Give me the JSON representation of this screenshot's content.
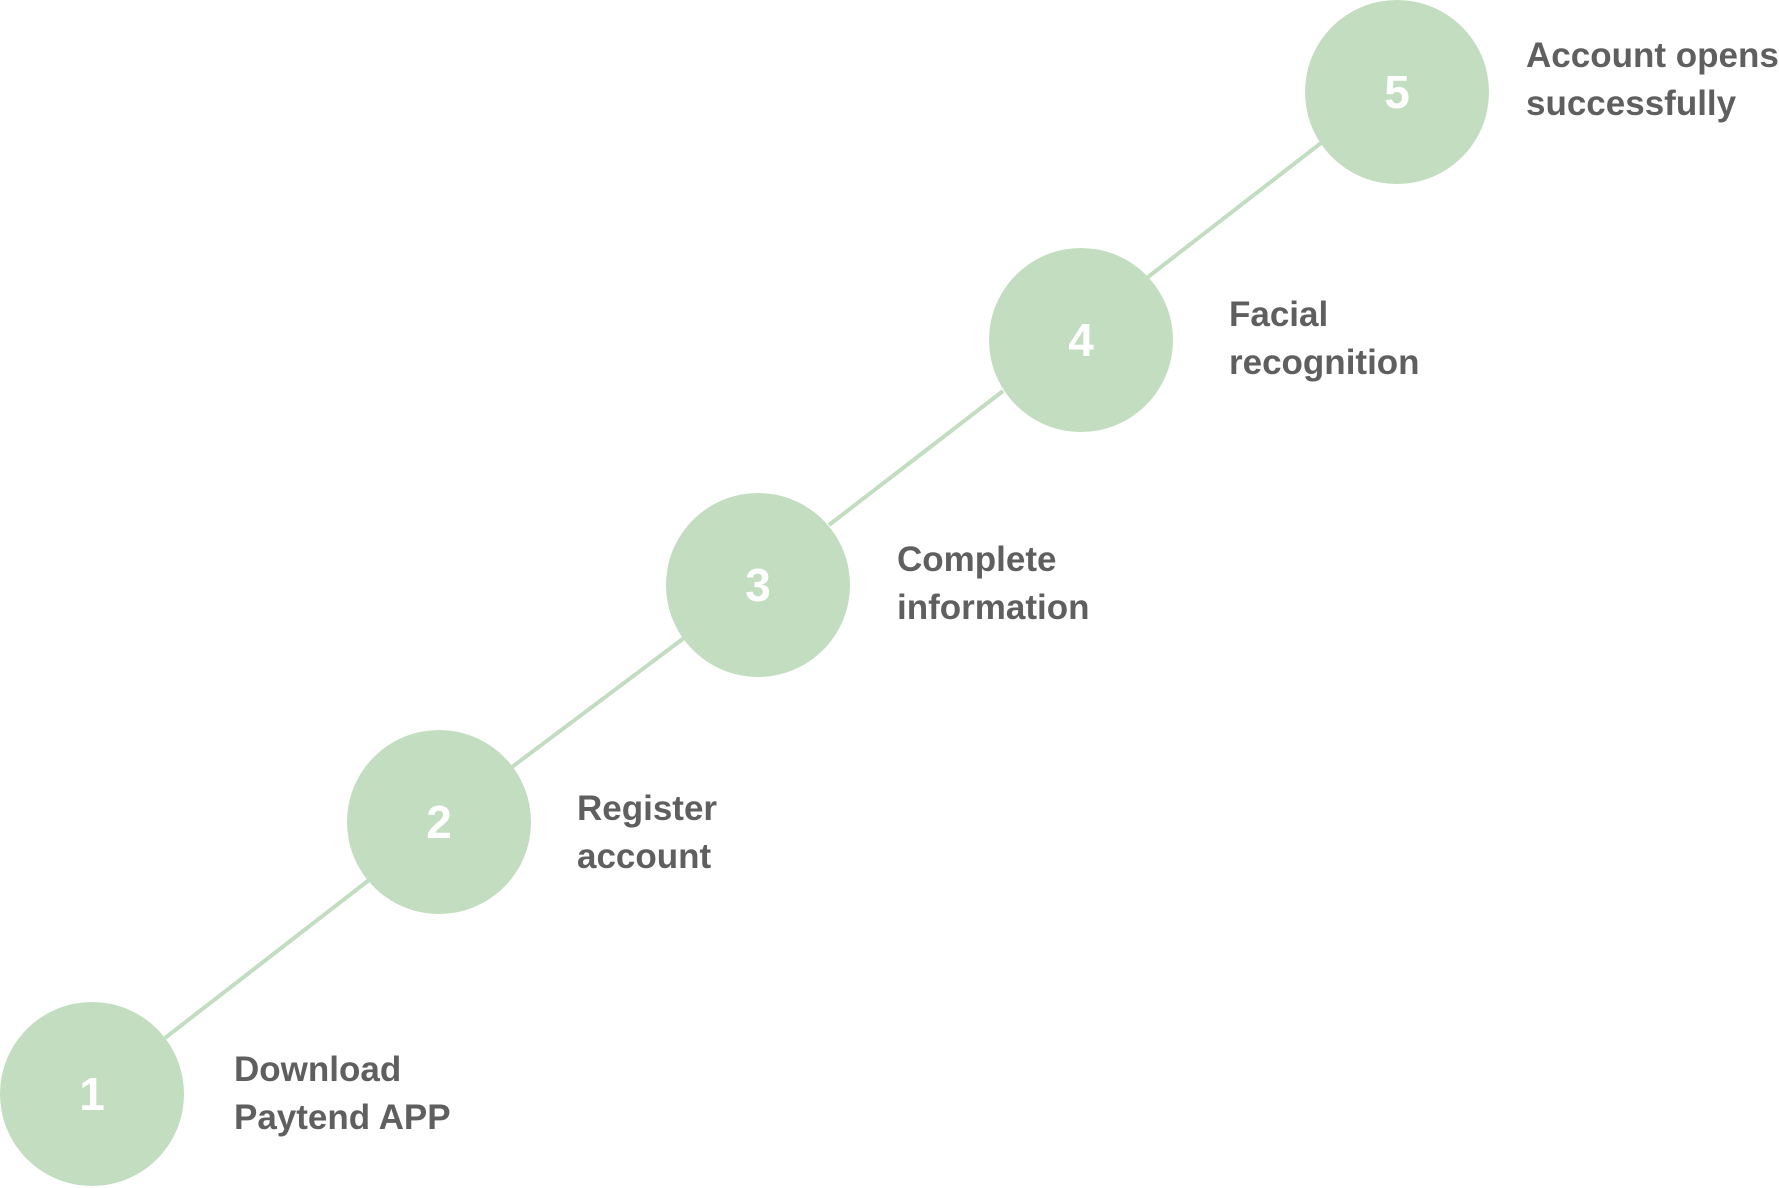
{
  "colors": {
    "circle": "#c2ddc0",
    "connector": "#c2ddc0",
    "number": "#ffffff",
    "label": "#5f5f5f"
  },
  "steps": [
    {
      "number": "1",
      "label_line1": "Download",
      "label_line2": "Paytend APP"
    },
    {
      "number": "2",
      "label_line1": "Register",
      "label_line2": "account"
    },
    {
      "number": "3",
      "label_line1": "Complete",
      "label_line2": "information"
    },
    {
      "number": "4",
      "label_line1": "Facial",
      "label_line2": "recognition"
    },
    {
      "number": "5",
      "label_line1": "Account opens",
      "label_line2": "successfully"
    }
  ]
}
